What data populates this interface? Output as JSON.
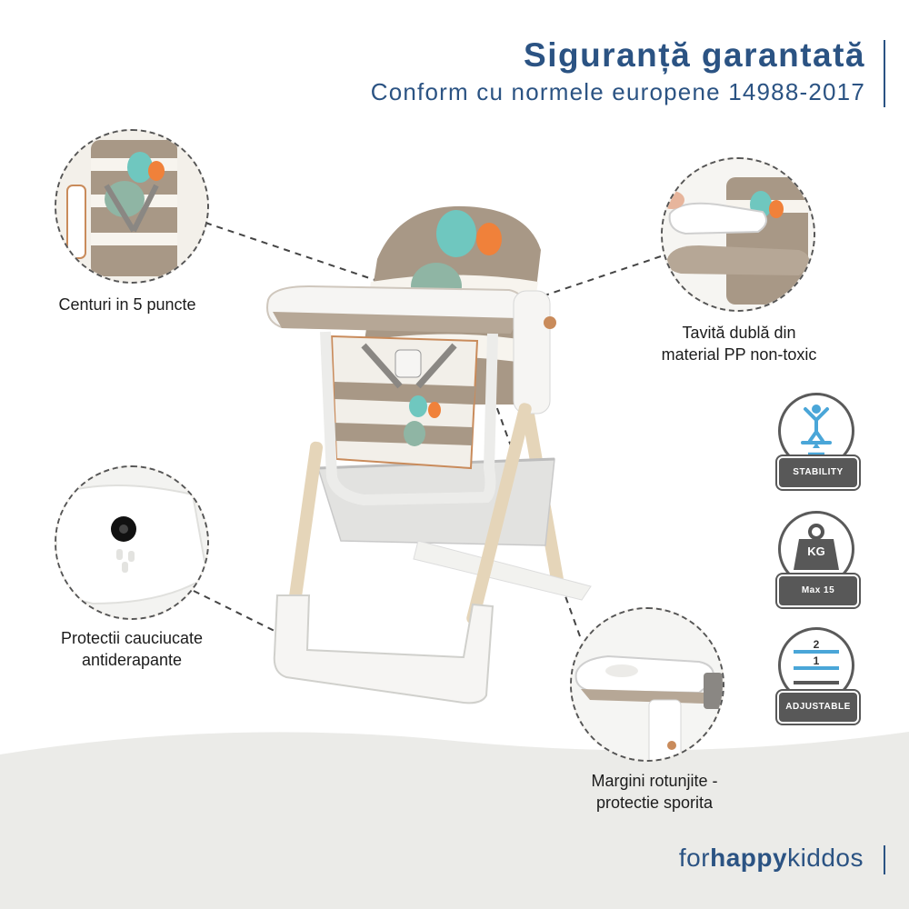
{
  "header": {
    "title": "Siguranță garantată",
    "subtitle": "Conform cu normele europene 14988-2017"
  },
  "features": {
    "belts": "Centuri in 5 puncte",
    "tray_line1": "Tavită dublă din",
    "tray_line2": "material PP non-toxic",
    "feet_line1": "Protectii cauciucate",
    "feet_line2": "antiderapante",
    "edges_line1": "Margini rotunjite -",
    "edges_line2": "protectie sporita"
  },
  "badges": {
    "stability": "STABILITY",
    "weight_unit": "KG",
    "weight_max": "Max 15",
    "adjustable": "ADJUSTABLE",
    "level_2": "2",
    "level_1": "1"
  },
  "brand": {
    "prefix": "for",
    "middle": "happy",
    "suffix": "kiddos"
  },
  "colors": {
    "brand_blue": "#2b5383",
    "badge_gray": "#585858",
    "stripe_taupe": "#a89886",
    "balloon_teal": "#6fc7bf",
    "balloon_orange": "#f0813a"
  }
}
